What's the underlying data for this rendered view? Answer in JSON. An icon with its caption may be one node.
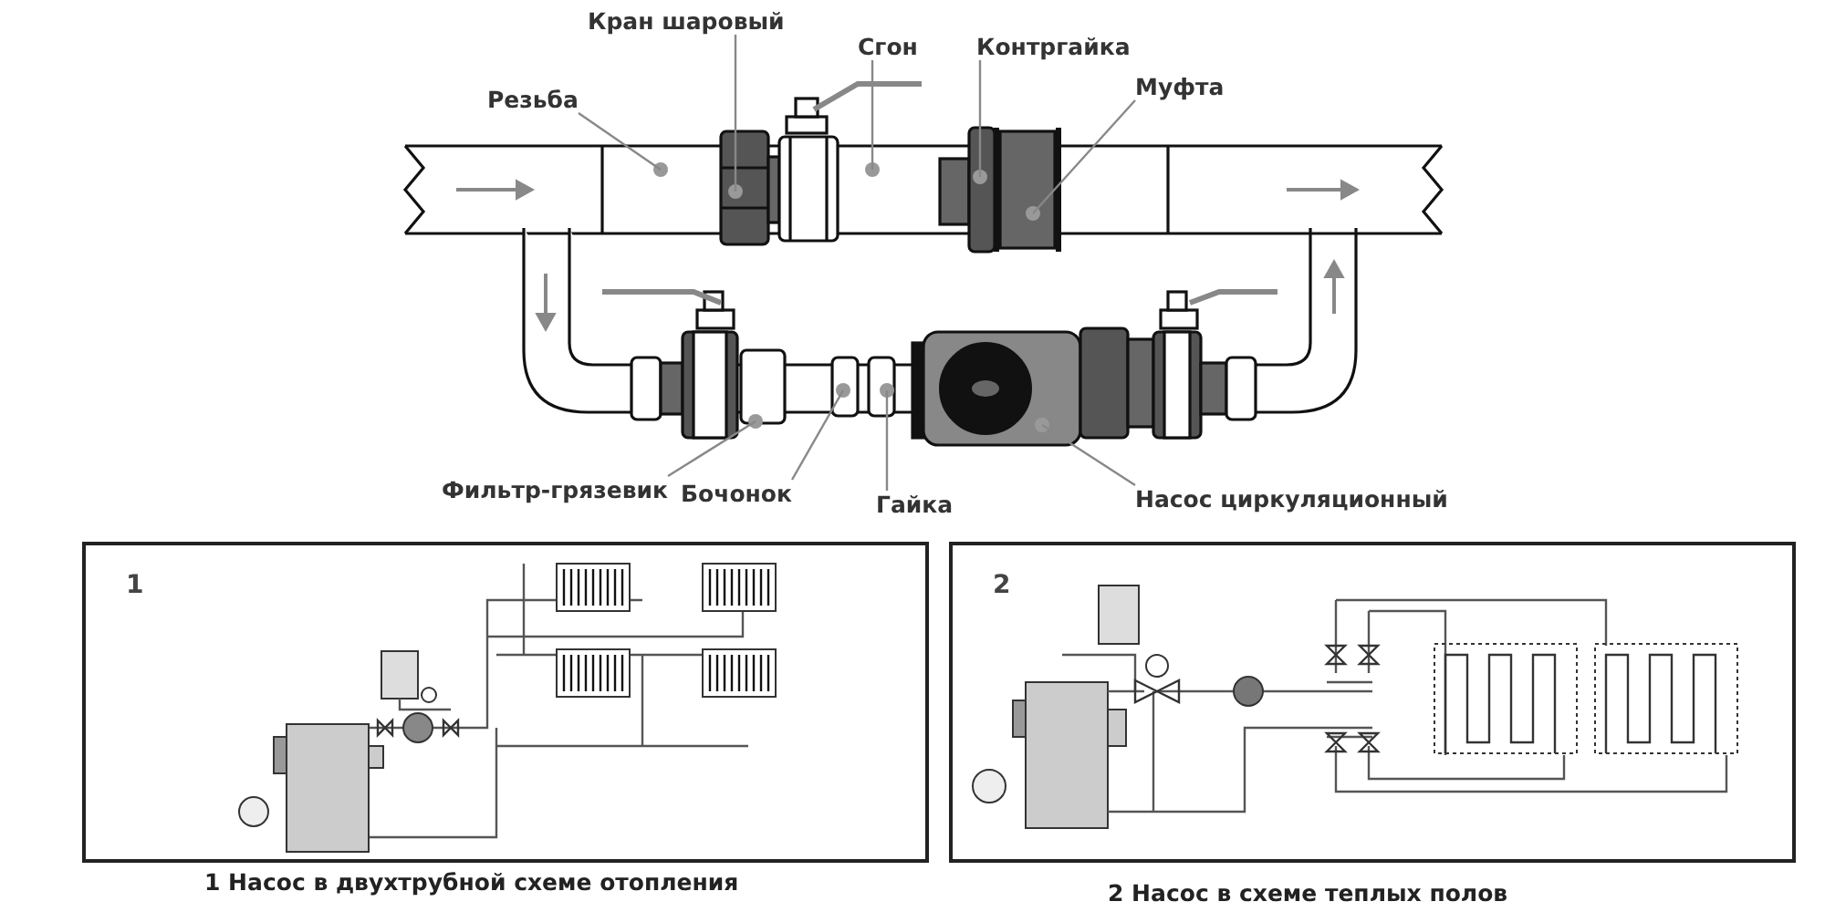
{
  "diagram": {
    "nodes": [
      {
        "text": [
          "Кран шаровый"
        ]
      },
      {
        "text": [
          "Сгон"
        ]
      },
      {
        "text": [
          "Контргайка"
        ]
      },
      {
        "text": [
          "Муфта"
        ]
      },
      {
        "text": [
          "Резьба"
        ]
      },
      {
        "text": [
          "Фильтр-грязевик"
        ]
      },
      {
        "text": [
          "Бочонок"
        ]
      },
      {
        "text": [
          "Гайка"
        ]
      },
      {
        "text": [
          "Насос циркуляционный"
        ]
      },
      {
        "text": [
          "1"
        ],
        "beside": [
          "1 Насос в двухтрубной схеме отопления"
        ]
      },
      {
        "text": [
          "2"
        ],
        "beside": [
          "2 Насос в схеме теплых полов"
        ]
      }
    ],
    "edges": [
      {
        "from": 0,
        "to": null,
        "arrow": "none"
      },
      {
        "from": 1,
        "to": null,
        "arrow": "none"
      },
      {
        "from": 2,
        "to": null,
        "arrow": "none"
      },
      {
        "from": 3,
        "to": null,
        "arrow": "none"
      },
      {
        "from": 4,
        "to": null,
        "arrow": "none"
      },
      {
        "from": 5,
        "to": null,
        "arrow": "none"
      },
      {
        "from": 6,
        "to": null,
        "arrow": "none"
      },
      {
        "from": 7,
        "to": null,
        "arrow": "none"
      },
      {
        "from": 8,
        "to": null,
        "arrow": "none"
      }
    ]
  }
}
